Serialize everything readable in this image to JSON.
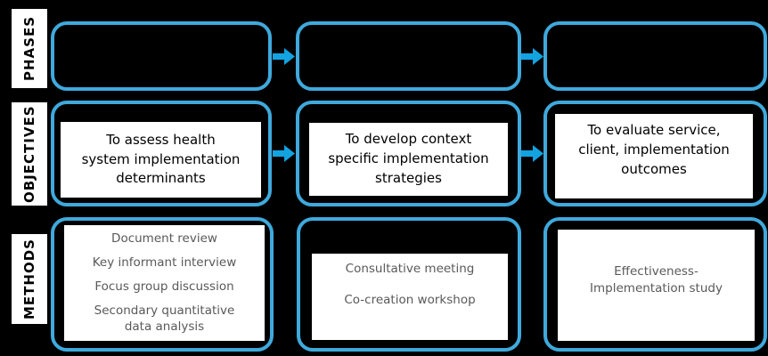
{
  "diagram": {
    "rows": [
      {
        "label": "PHASES",
        "boxes": [
          "",
          "",
          ""
        ]
      },
      {
        "label": "OBJECTIVES",
        "boxes": [
          "To assess health\nsystem implementation\ndeterminants",
          "To develop context\nspecific implementation\nstrategies",
          "To evaluate service,\nclient, implementation\noutcomes"
        ]
      },
      {
        "label": "METHODS",
        "boxes": [
          {
            "items": [
              "Document review",
              "Key informant interview",
              "Focus group discussion",
              "Secondary quantitative\ndata analysis"
            ]
          },
          {
            "items": [
              "Consultative meeting",
              "Co-creation workshop"
            ]
          },
          {
            "items": [
              "Effectiveness-\nImplementation study"
            ]
          }
        ]
      }
    ],
    "colors": {
      "background": "#000000",
      "box_border": "#3fa9dc",
      "arrow": "#12a3e0",
      "label_background": "#ffffff",
      "label_text": "#000000",
      "objective_text": "#000000",
      "method_text": "#595959",
      "inner_box_background": "#ffffff"
    }
  }
}
